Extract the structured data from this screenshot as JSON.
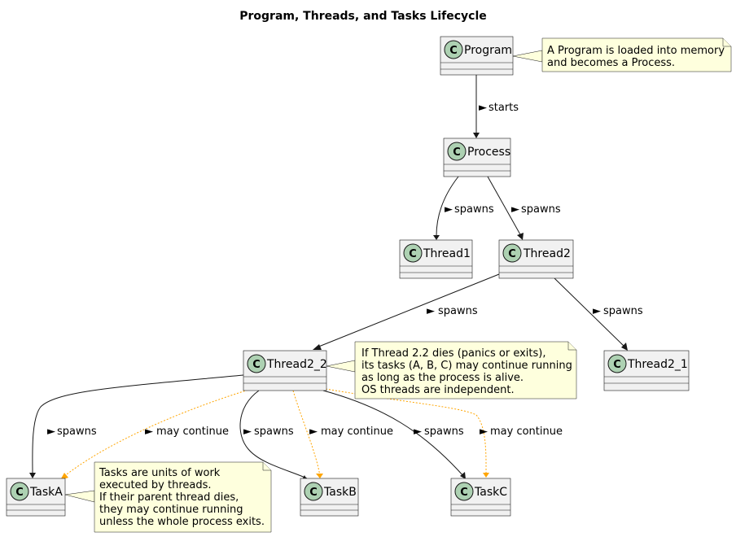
{
  "title": "Program, Threads, and Tasks Lifecycle",
  "classes": {
    "program": "Program",
    "process": "Process",
    "thread1": "Thread1",
    "thread2": "Thread2",
    "thread2_2": "Thread2_2",
    "thread2_1": "Thread2_1",
    "taskA": "TaskA",
    "taskB": "TaskB",
    "taskC": "TaskC"
  },
  "class_marker": "C",
  "notes": {
    "program": [
      "A Program is loaded into memory",
      "and becomes a Process."
    ],
    "thread2_2": [
      "If Thread 2.2 dies (panics or exits),",
      "its tasks (A, B, C) may continue running",
      "as long as the process is alive.",
      "OS threads are independent."
    ],
    "taskA": [
      "Tasks are units of work",
      "executed by threads.",
      "If their parent thread dies,",
      "they may continue running",
      "unless the whole process exits."
    ]
  },
  "edge_labels": {
    "starts": "starts",
    "spawns": "spawns",
    "may_continue": "may continue"
  },
  "colors": {
    "class_bg": "#f1f1f1",
    "class_circle": "#add1b2",
    "note_bg": "#feffdd",
    "dotted_edge": "#ffa500"
  }
}
